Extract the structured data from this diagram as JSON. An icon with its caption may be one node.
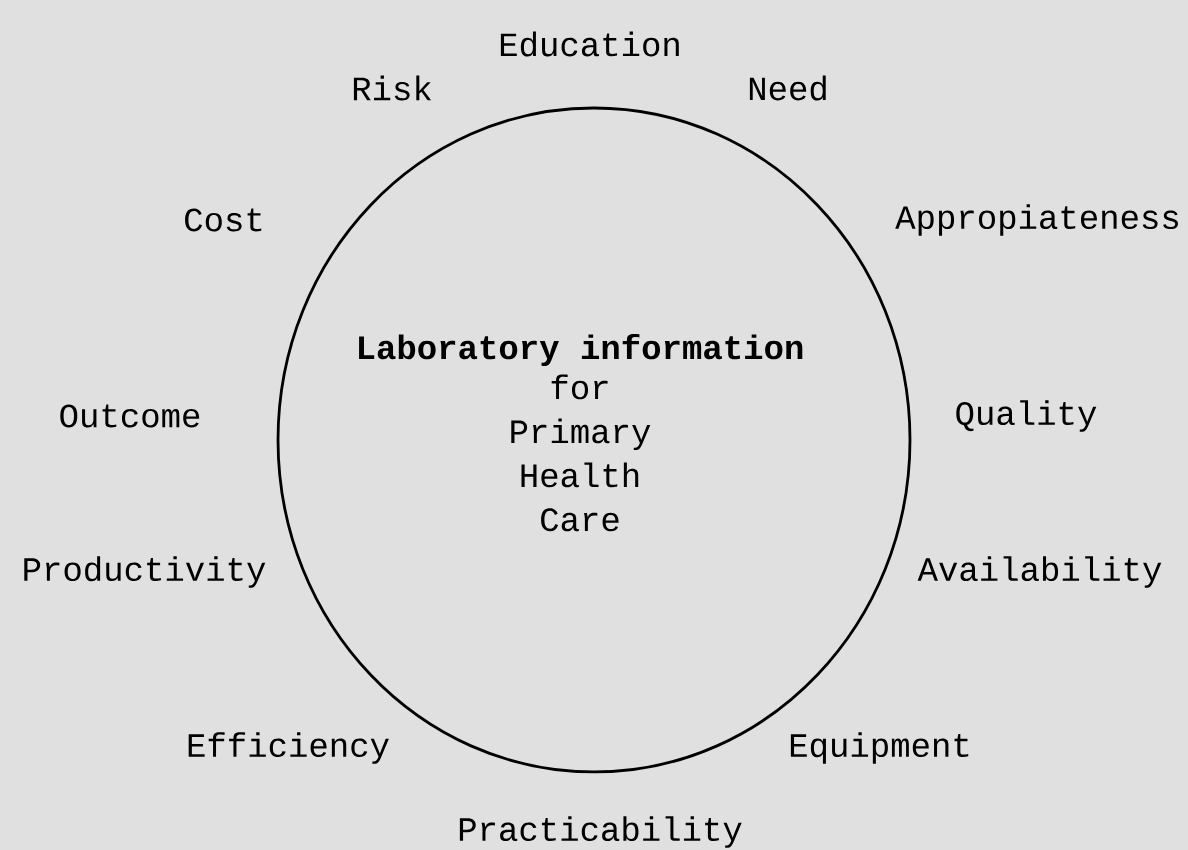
{
  "diagram": {
    "nodes": [
      {
        "text": [
          "Laboratory information",
          "for Primary Health Care"
        ]
      }
    ],
    "edges": [],
    "labels": [
      "Education",
      "Risk",
      "Need",
      "Cost",
      "Appropiateness",
      "Outcome",
      "Quality",
      "Productivity",
      "Availability",
      "Efficiency",
      "Equipment",
      "Practicability"
    ]
  }
}
